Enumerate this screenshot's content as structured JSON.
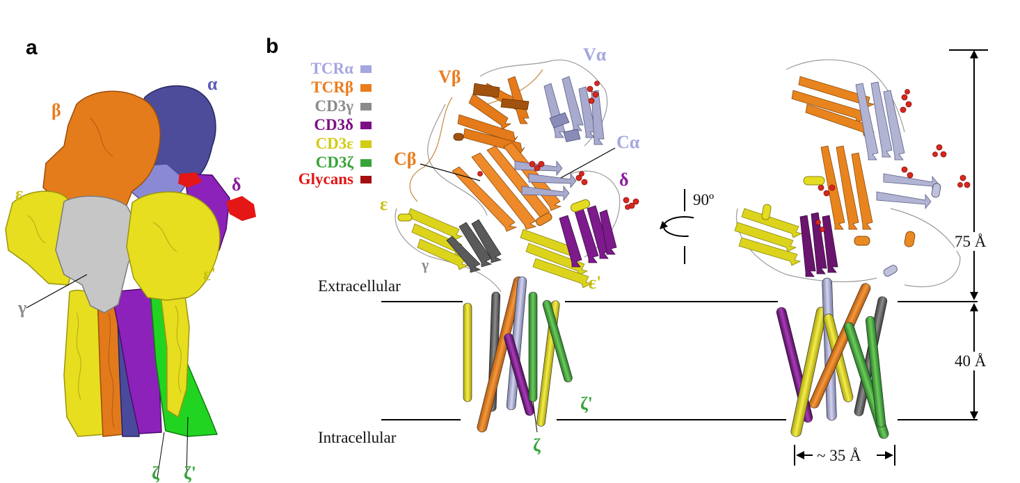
{
  "panels": {
    "a": "a",
    "b": "b"
  },
  "legend": [
    {
      "label": "TCRα",
      "color": "#a4a6e0"
    },
    {
      "label": "TCRβ",
      "color": "#ea7c1e"
    },
    {
      "label": "CD3γ",
      "color": "#8a8a8a"
    },
    {
      "label": "CD3δ",
      "color": "#7d0f86"
    },
    {
      "label": "CD3ε",
      "color": "#d2cc14"
    },
    {
      "label": "CD3ζ",
      "color": "#37a43a"
    },
    {
      "label": "Glycans",
      "color": "#a50f0f"
    }
  ],
  "panel_a_labels": {
    "alpha": "α",
    "beta": "β",
    "delta": "δ",
    "epsilon": "ε",
    "gamma": "γ",
    "epsilon_prime": "ε'",
    "zeta": "ζ",
    "zeta_prime": "ζ'"
  },
  "panel_b_labels": {
    "v_alpha": "Vα",
    "v_beta": "Vβ",
    "c_alpha": "Cα",
    "c_beta": "Cβ",
    "delta": "δ",
    "epsilon": "ε",
    "gamma": "γ",
    "epsilon_prime": "ε'",
    "zeta": "ζ",
    "zeta_prime": "ζ'",
    "rotation": "90º",
    "extracellular": "Extracellular",
    "intracellular": "Intracellular",
    "height_top": "75 Å",
    "height_bottom": "40 Å",
    "width": "~ 35 Å"
  },
  "colors": {
    "tcr_alpha": "#a4a6e0",
    "tcr_alpha_dark": "#50509a",
    "tcr_beta": "#ea7c1e",
    "cd3_gamma": "#8a8a8a",
    "cd3_gamma_light": "#c8c8c8",
    "cd3_delta": "#8a1c9c",
    "cd3_epsilon": "#e0d81c",
    "cd3_zeta": "#3aa83a",
    "cd3_zeta_bright": "#2ee02e",
    "glycan": "#d8281e",
    "glycan_bright": "#e8161a"
  }
}
